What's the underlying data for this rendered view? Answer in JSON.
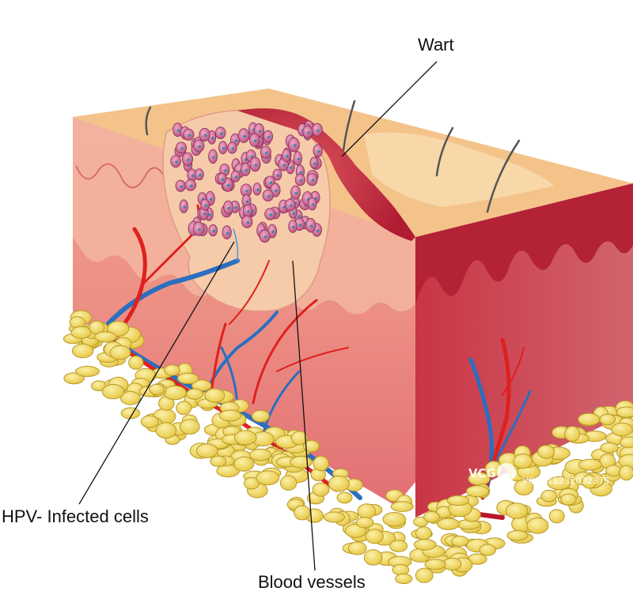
{
  "labels": {
    "wart": "Wart",
    "hpv_cells": "HPV- Infected cells",
    "blood_vessels": "Blood vessels"
  },
  "watermark": {
    "logo": "VCG",
    "id": "VCG211232032375"
  },
  "colors": {
    "epidermis_top": "#f4c084",
    "dermis": "#e87c78",
    "dermis_side": "#c93a48",
    "fat": "#f2da5c",
    "artery": "#e0201e",
    "vein": "#2a6fc0",
    "infected_cell": "#c8608a",
    "wart": "#c6283c",
    "hair": "#555555"
  }
}
